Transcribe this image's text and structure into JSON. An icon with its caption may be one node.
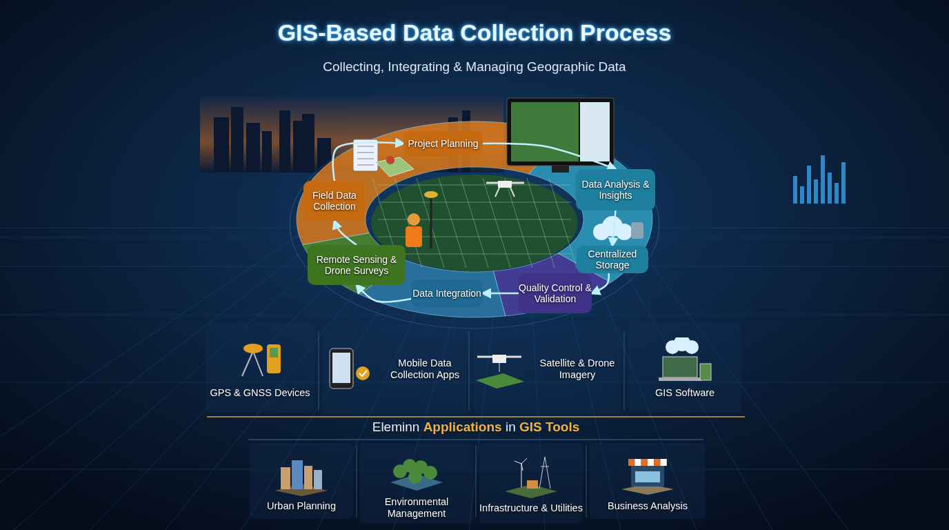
{
  "diagram": {
    "title": "GIS-Based Data Collection Process",
    "nodes": [
      {
        "text": [
          "Project Planning"
        ]
      },
      {
        "text": [
          "Data Analysis & Insights"
        ]
      },
      {
        "text": [
          "Centralized Storage"
        ]
      },
      {
        "text": [
          "Quality Control & Validation"
        ]
      },
      {
        "text": [
          "Data Integration"
        ]
      },
      {
        "text": [
          "Remote Sensing & Drone Surveys"
        ]
      },
      {
        "text": [
          "Field Data Collection"
        ]
      },
      {
        "text": [
          "GPS & GNSS Devices"
        ]
      },
      {
        "text": [
          "Mobile Data Collection Apps"
        ]
      },
      {
        "text": [
          "Satellite & Drone Imagery"
        ]
      },
      {
        "text": [
          "GIS Software"
        ]
      },
      {
        "text": [
          "Urban Planning"
        ]
      },
      {
        "text": [
          "Environmental Management"
        ]
      },
      {
        "text": [
          "Infrastructure & Utilities"
        ]
      },
      {
        "text": [
          "Business Analysis"
        ]
      }
    ],
    "edges": [
      {
        "from": 0,
        "to": 1,
        "arrow": "to"
      },
      {
        "from": 1,
        "to": 2,
        "arrow": "to"
      },
      {
        "from": 2,
        "to": 3,
        "arrow": "to"
      },
      {
        "from": 3,
        "to": 4,
        "arrow": "to"
      },
      {
        "from": 4,
        "to": 5,
        "arrow": "to"
      },
      {
        "from": 5,
        "to": 6,
        "arrow": "to"
      },
      {
        "from": 6,
        "to": 0,
        "arrow": "to"
      }
    ],
    "labels": [
      "Collecting, Integrating & Managing Geographic Data",
      "Eleminn **Applications** in **GIS Tools**"
    ]
  }
}
